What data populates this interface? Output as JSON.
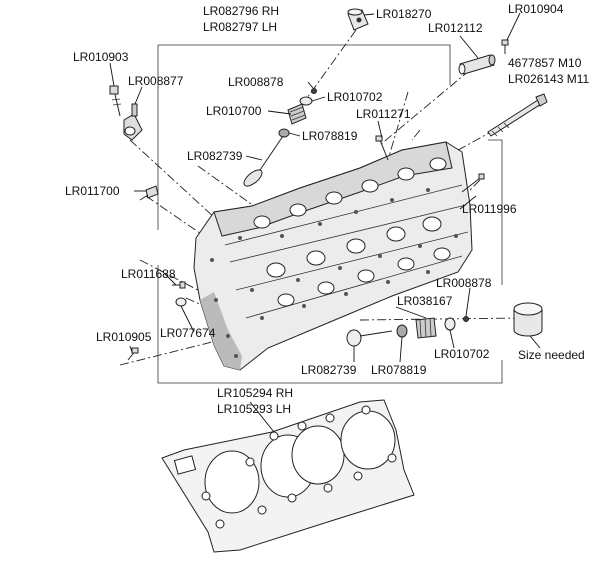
{
  "labels": {
    "head_rh": "LR082796 RH",
    "head_lh": "LR082797 LH",
    "lr018270": "LR018270",
    "lr010904": "LR010904",
    "lr012112": "LR012112",
    "lr010903": "LR010903",
    "lr008877": "LR008877",
    "lr008878_top": "LR008878",
    "lr010702_top": "LR010702",
    "m10": "4677857 M10",
    "m11": "LR026143 M11",
    "lr010700": "LR010700",
    "lr011271": "LR011271",
    "lr078819_top": "LR078819",
    "lr082739_top": "LR082739",
    "lr011700": "LR011700",
    "lr011996": "LR011996",
    "lr011688": "LR011688",
    "lr008878_bottom": "LR008878",
    "lr038167": "LR038167",
    "lr077674": "LR077674",
    "lr010905": "LR010905",
    "lr082739_bottom": "LR082739",
    "lr078819_bottom": "LR078819",
    "lr010702_bottom": "LR010702",
    "size_needed": "Size needed",
    "gasket_rh": "LR105294 RH",
    "gasket_lh": "LR105293 LH"
  },
  "colors": {
    "line": "#222222",
    "head_fill": "#ececec",
    "shadow": "#9a9a9a"
  }
}
